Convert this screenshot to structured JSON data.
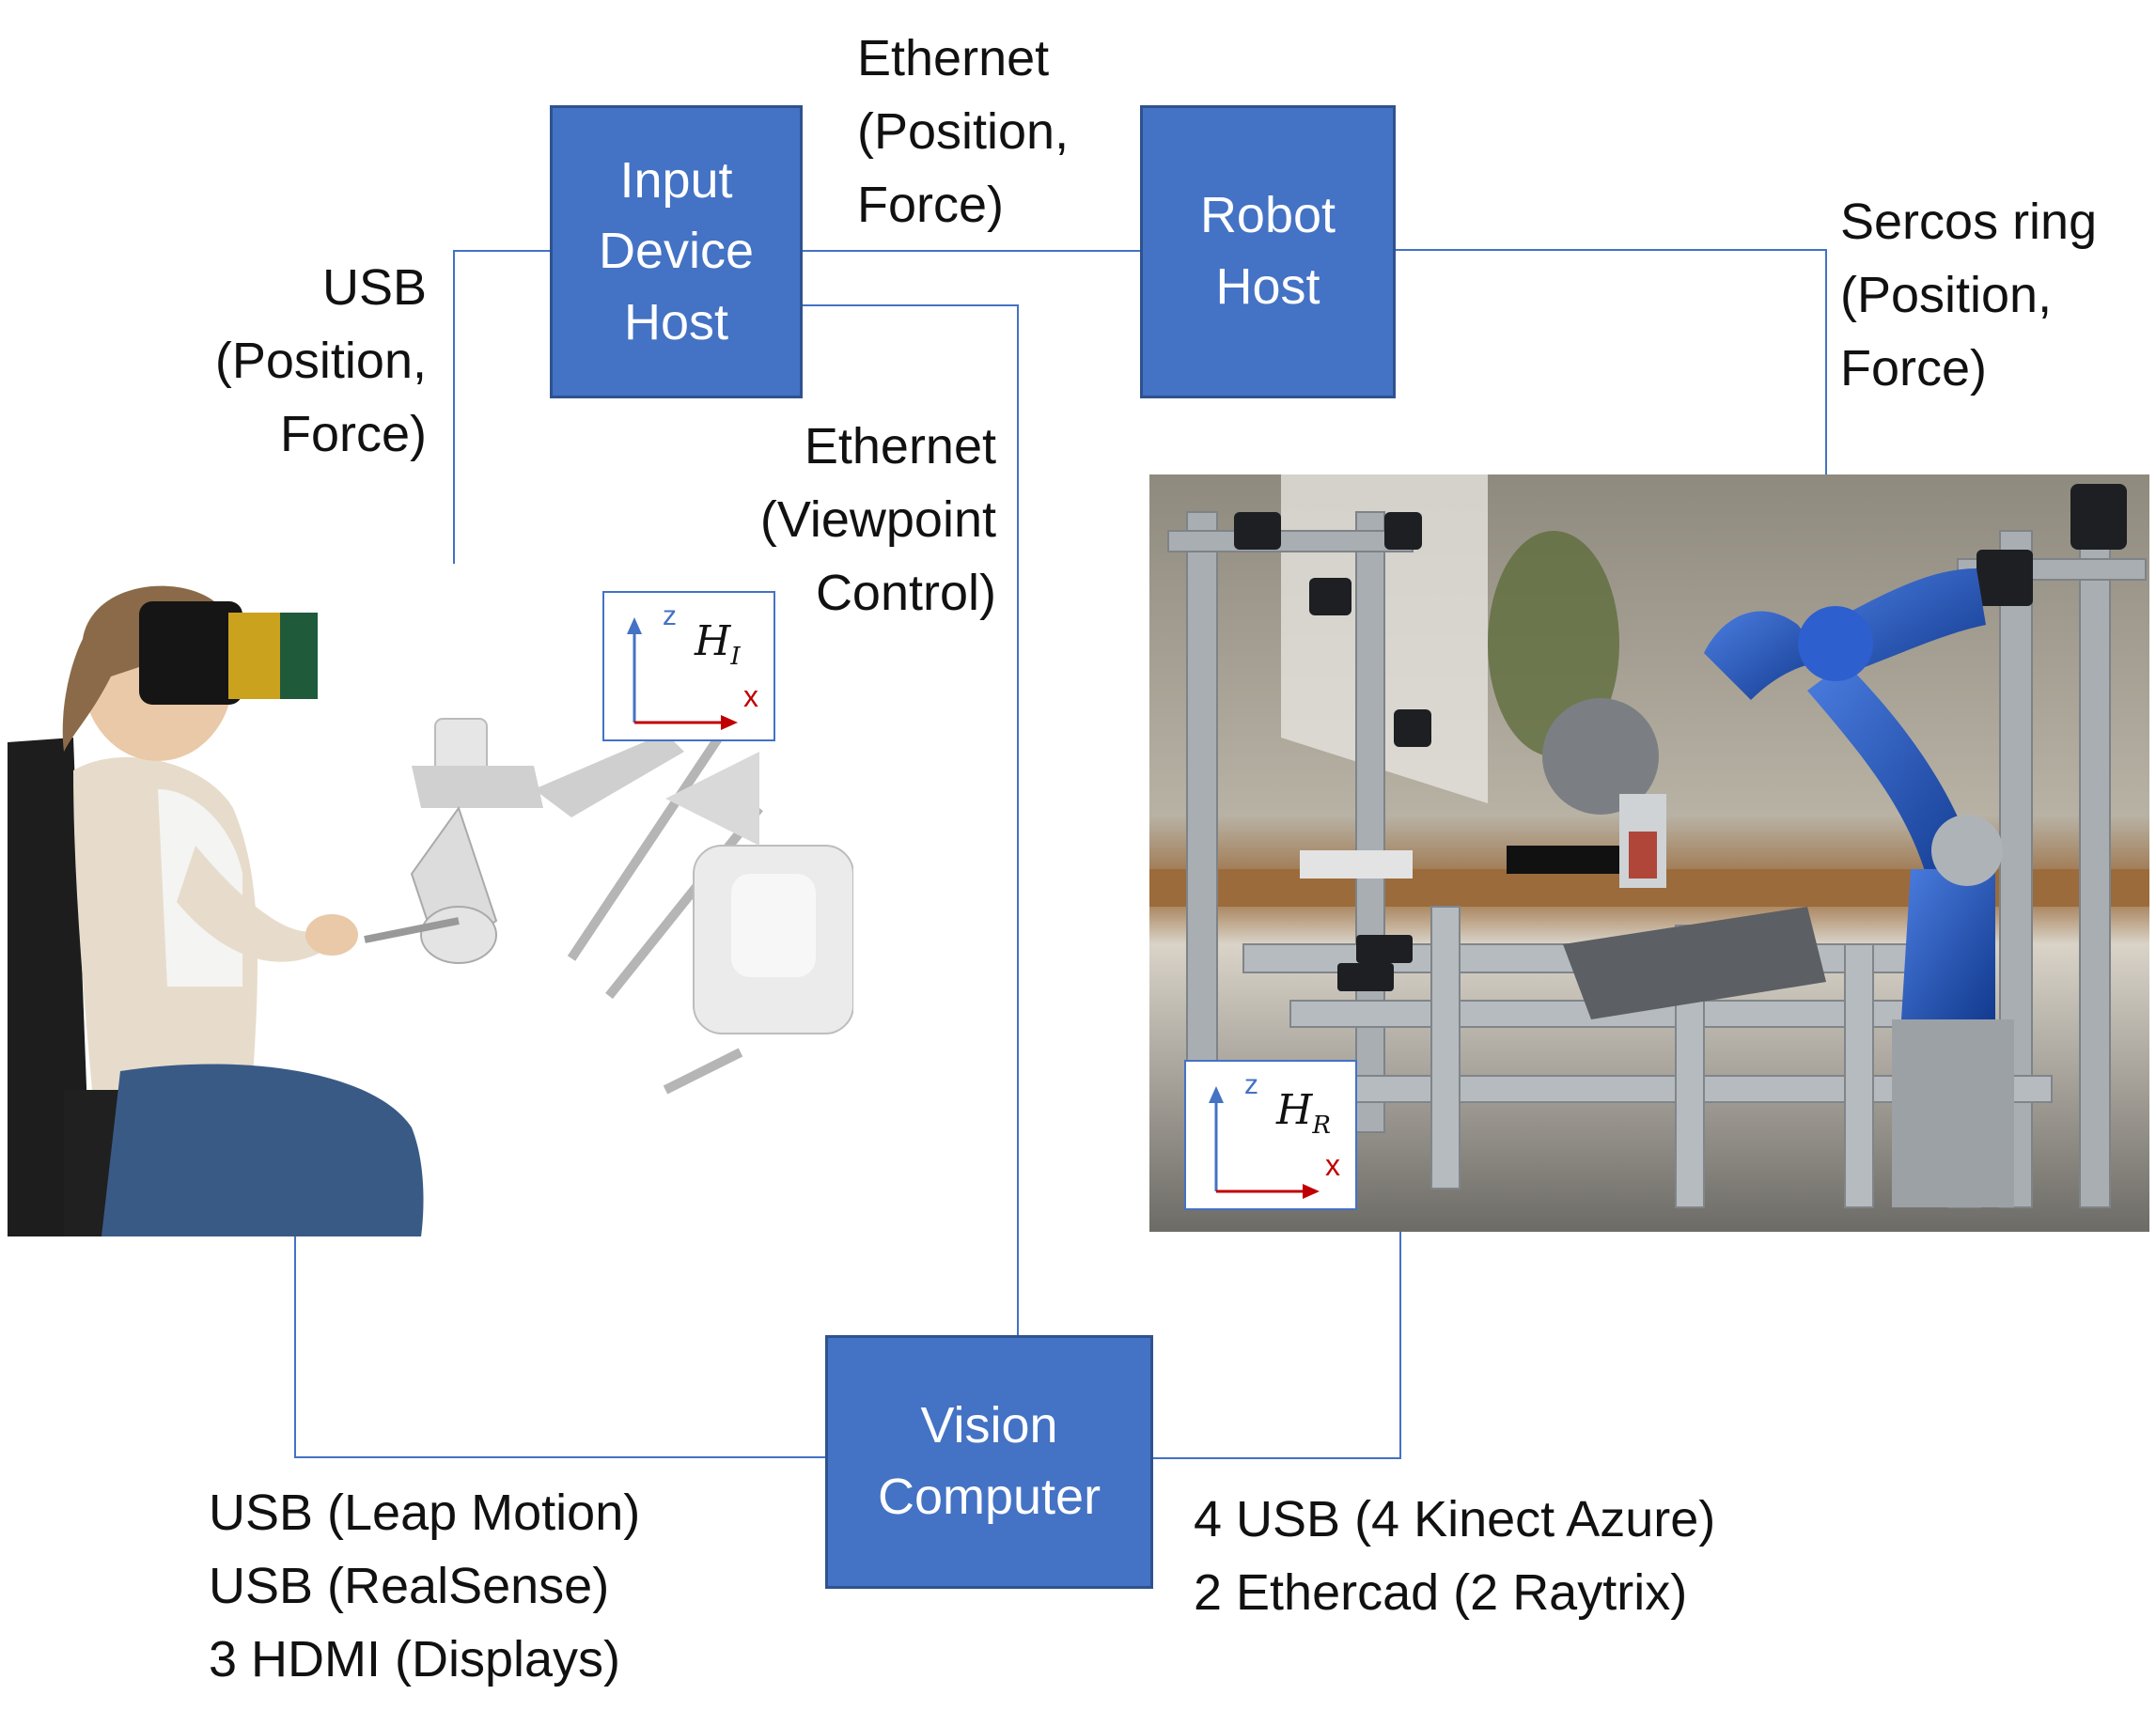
{
  "nodes": {
    "input_host": "Input\nDevice\nHost",
    "robot_host": "Robot\nHost",
    "vision_computer": "Vision\nComputer"
  },
  "edge_labels": {
    "usb_input": "USB\n(Position,\nForce)",
    "ethernet_hosts": "Ethernet\n(Position,\nForce)",
    "sercos": "Sercos ring\n(Position,\nForce)",
    "ethernet_viewpoint": "Ethernet\n(Viewpoint\nControl)",
    "vision_left": "USB (Leap Motion)\nUSB (RealSense)\n3 HDMI (Displays)",
    "vision_right": "4 USB (4 Kinect Azure)\n2 Ethercad (2 Raytrix)"
  },
  "frames": {
    "input": {
      "z": "z",
      "x": "x",
      "name": "H",
      "sub": "I"
    },
    "robot": {
      "z": "z",
      "x": "x",
      "name": "H",
      "sub": "R"
    }
  },
  "colors": {
    "box_fill": "#4472c4",
    "box_border": "#2f528f",
    "line": "#4472c4",
    "axis_z": "#4472c4",
    "axis_x": "#c00000"
  }
}
